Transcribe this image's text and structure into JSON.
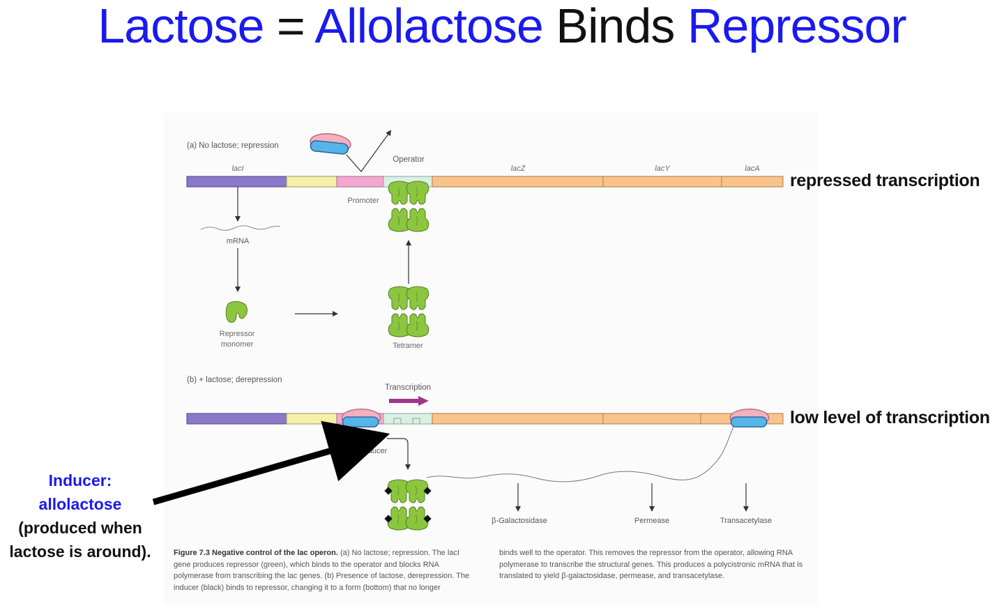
{
  "title": {
    "part1": "Lactose",
    "eq": " = ",
    "part2": "Allolactose",
    "part3": " Binds ",
    "part4": "Repressor"
  },
  "panel_a": {
    "heading": "(a) No lactose; repression",
    "gene_labels": {
      "lacI": "lacI",
      "lacZ": "lacZ",
      "lacY": "lacY",
      "lacA": "lacA"
    },
    "operator": "Operator",
    "promoter": "Promoter",
    "mrna": "mRNA",
    "monomer_line1": "Repressor",
    "monomer_line2": "monomer",
    "tetramer": "Tetramer"
  },
  "panel_b": {
    "heading": "(b) + lactose; derepression",
    "transcription": "Transcription",
    "inducer": "Inducer",
    "products": [
      "β-Galactosidase",
      "Permease",
      "Transacetylase"
    ]
  },
  "side_labels": {
    "repressed": "repressed transcription",
    "low_level": "low level of transcription"
  },
  "inducer_note": {
    "line1": "Inducer:",
    "line2": "allolactose",
    "line3": "(produced when",
    "line4": "lactose is around)."
  },
  "caption": {
    "fig_label": "Figure 7.3  Negative control of the lac operon.",
    "left_text": " (a) No lactose; repression. The lacI gene produces repressor (green), which binds to the operator and blocks RNA polymerase from transcribing the lac genes. (b) Presence of lactose, derepression. The inducer (black) binds to repressor, changing it to a form (bottom) that no longer",
    "right_text": "binds well to the operator. This removes the repressor from the operator, allowing RNA polymerase to transcribe the structural genes. This produces a polycistronic mRNA that is translated to yield β-galactosidase, permease, and transacetylase."
  },
  "colors": {
    "title_blue": "#1a1aee",
    "lacI": "#8a78c8",
    "spacer": "#f5f0a8",
    "promoter": "#f3a9cf",
    "operator": "#d9f0e4",
    "structural": "#f8c48c",
    "repressor": "#8cc63f",
    "polymerase_shell": "#f2b1bd",
    "polymerase_core": "#57b4e8",
    "transcription_arrow": "#a0358e",
    "arrow": "#000000"
  },
  "icons": [
    "repressor-monomer-icon",
    "repressor-tetramer-icon",
    "rna-polymerase-icon",
    "inducer-diamond-icon"
  ]
}
